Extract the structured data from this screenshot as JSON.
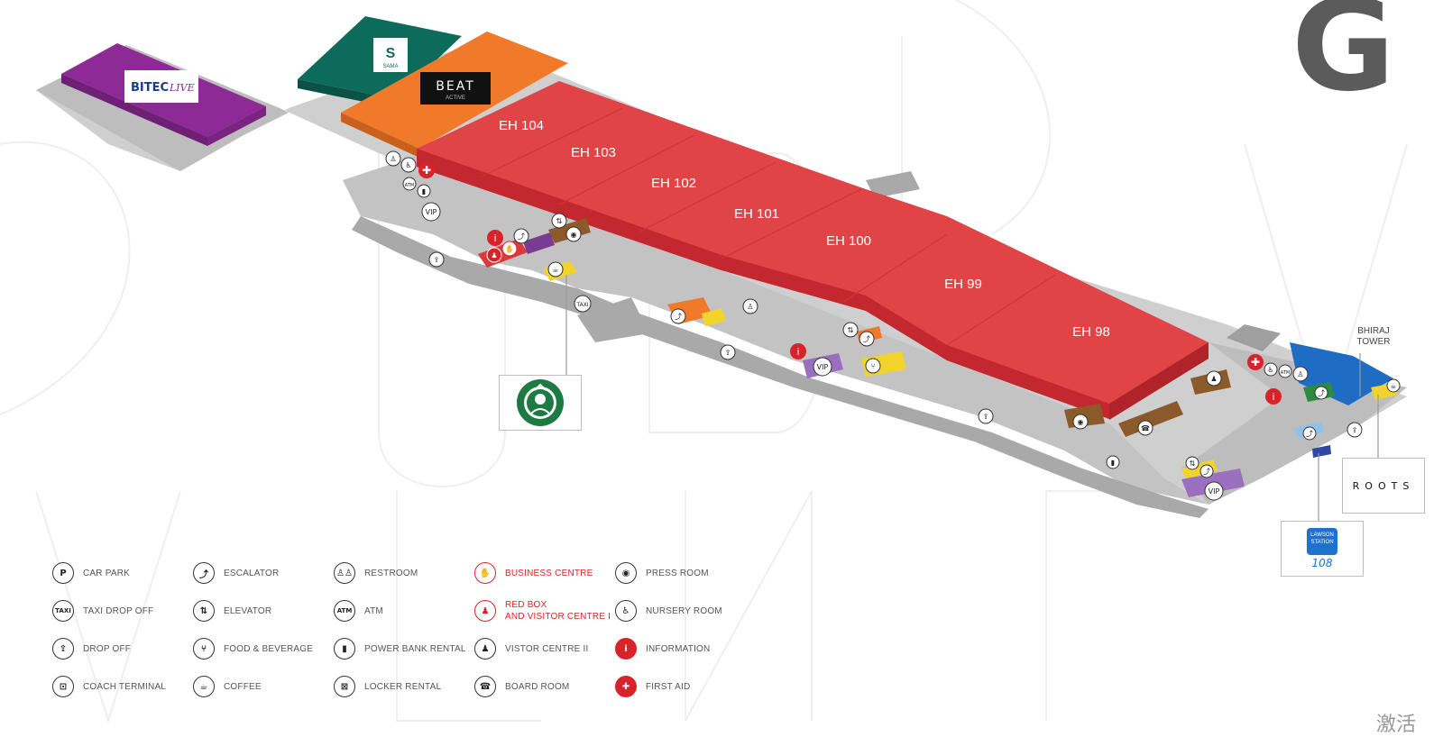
{
  "floor": {
    "letter": "G"
  },
  "halls": [
    {
      "id": "EH 104",
      "label": "EH 104"
    },
    {
      "id": "EH 103",
      "label": "EH 103"
    },
    {
      "id": "EH 102",
      "label": "EH 102"
    },
    {
      "id": "EH 101",
      "label": "EH 101"
    },
    {
      "id": "EH 100",
      "label": "EH 100"
    },
    {
      "id": "EH 99",
      "label": "EH 99"
    },
    {
      "id": "EH 98",
      "label": "EH 98"
    }
  ],
  "venues": {
    "bitec_live": {
      "text_a": "BITEC",
      "text_b": "LIVE",
      "color": "#8e2a96"
    },
    "sama": {
      "text": "SAMA",
      "color": "#0d6b5c"
    },
    "beat_active": {
      "text": "BEAT",
      "sub": "ACTIVE",
      "color": "#f07a2a"
    },
    "bhiraj_tower": {
      "label": "BHIRAJ\nTOWER",
      "color": "#1f6cc4"
    },
    "lawson": {
      "text": "LAWSON\nSTATION",
      "num": "108"
    },
    "roots": {
      "text": "ROOTS"
    }
  },
  "colors": {
    "hall": "#d93a3f",
    "hall_top": "#e04447",
    "floor": "#c9c9c9",
    "floor_dark": "#a9a9a9",
    "accent_red": "#d8232a"
  },
  "legend": [
    {
      "icon": "P",
      "label": "CAR PARK",
      "style": ""
    },
    {
      "icon": "TAXI",
      "label": "TAXI DROP OFF",
      "style": ""
    },
    {
      "icon": "⇪",
      "label": "DROP OFF",
      "style": ""
    },
    {
      "icon": "⊡",
      "label": "COACH TERMINAL",
      "style": ""
    },
    {
      "icon": "⤴",
      "label": "ESCALATOR",
      "style": ""
    },
    {
      "icon": "⇅",
      "label": "ELEVATOR",
      "style": ""
    },
    {
      "icon": "⑂",
      "label": "FOOD & BEVERAGE",
      "style": ""
    },
    {
      "icon": "☕",
      "label": "COFFEE",
      "style": ""
    },
    {
      "icon": "♙♙",
      "label": "RESTROOM",
      "style": ""
    },
    {
      "icon": "ATM",
      "label": "ATM",
      "style": ""
    },
    {
      "icon": "▮",
      "label": "POWER BANK RENTAL",
      "style": ""
    },
    {
      "icon": "⊠",
      "label": "LOCKER RENTAL",
      "style": ""
    },
    {
      "icon": "✋",
      "label": "BUSINESS CENTRE",
      "style": "redo"
    },
    {
      "icon": "♟",
      "label": "RED BOX\nAND VISITOR CENTRE I",
      "style": "redo"
    },
    {
      "icon": "♟",
      "label": "VISTOR CENTRE II",
      "style": ""
    },
    {
      "icon": "☎",
      "label": "BOARD ROOM",
      "style": ""
    },
    {
      "icon": "◉",
      "label": "PRESS ROOM",
      "style": ""
    },
    {
      "icon": "♿",
      "label": "NURSERY ROOM",
      "style": ""
    },
    {
      "icon": "i",
      "label": "INFORMATION",
      "style": "red"
    },
    {
      "icon": "✚",
      "label": "FIRST AID",
      "style": "red"
    }
  ],
  "map_markers": {
    "vip": "VIP",
    "taxi": "TAXI"
  },
  "watermark": "激活"
}
